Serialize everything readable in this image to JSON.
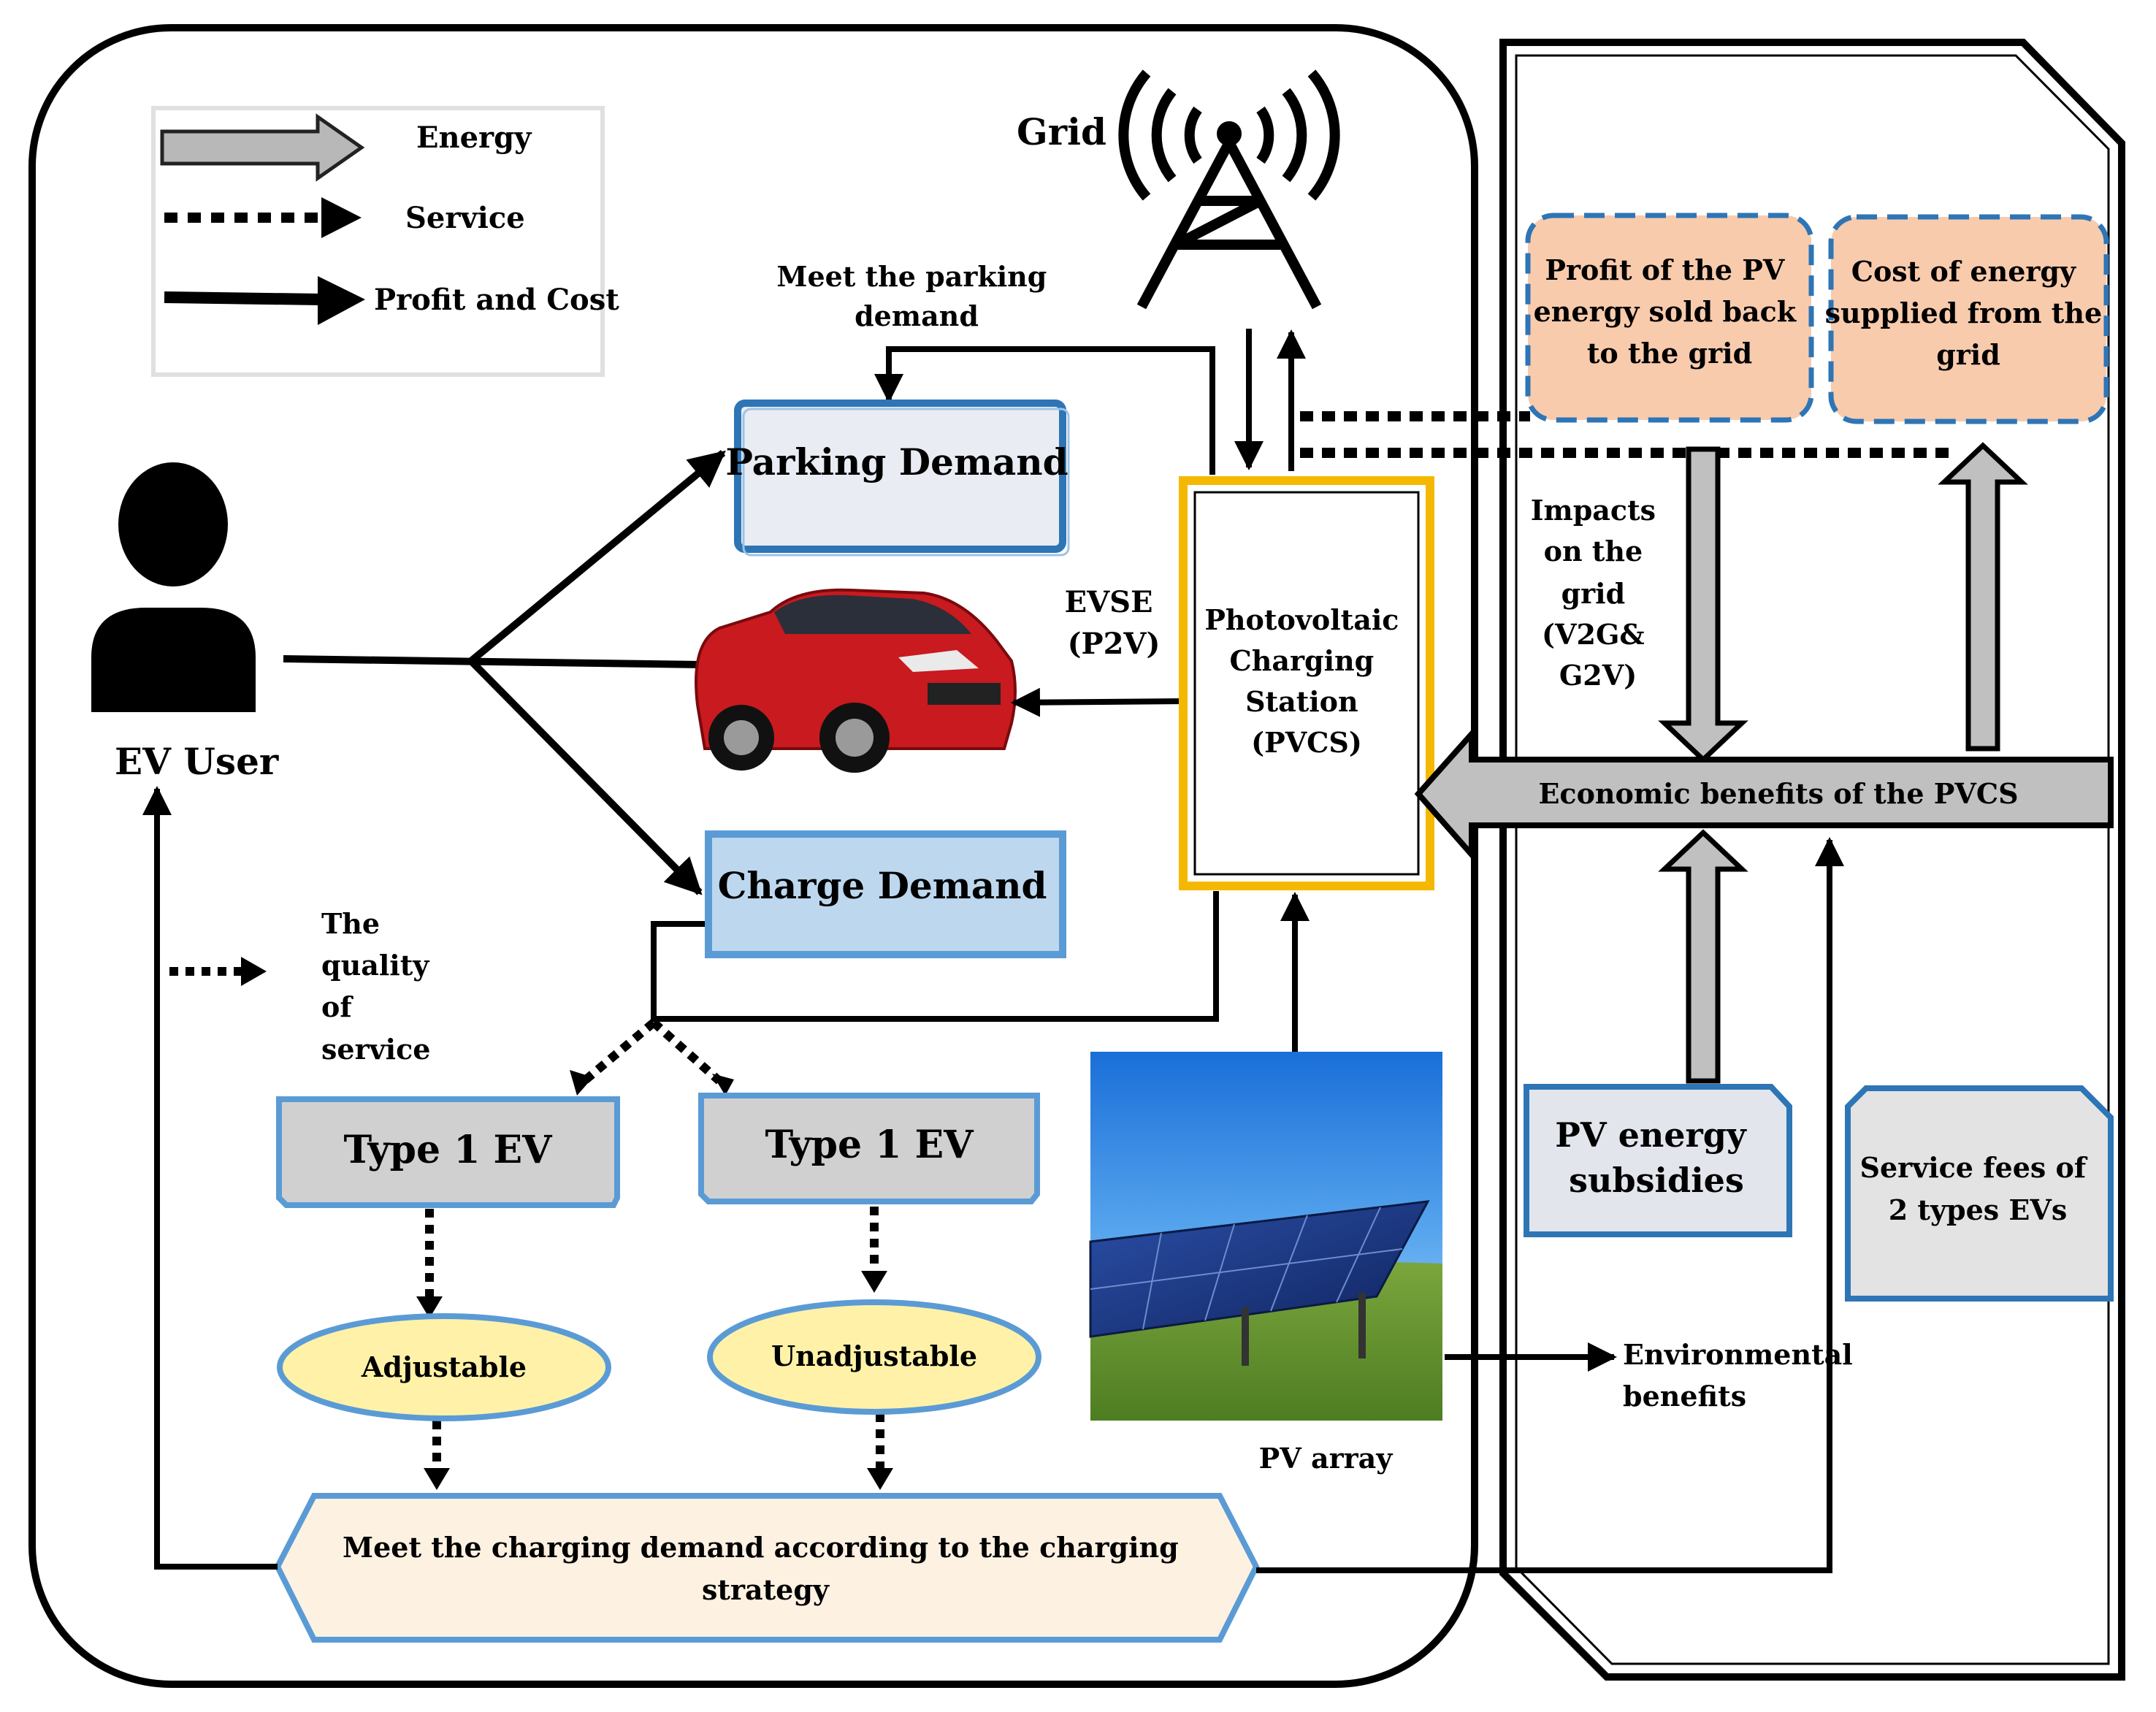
{
  "legend": {
    "energy": "Energy",
    "service": "Service",
    "profit_cost": "Profit and Cost"
  },
  "grid_label": "Grid",
  "ev_user_label": "EV User",
  "meet_parking": [
    "Meet the parking",
    "demand"
  ],
  "parking_demand": "Parking Demand",
  "charge_demand": "Charge Demand",
  "evse": [
    "EVSE",
    "(P2V)"
  ],
  "pvcs": [
    "Photovoltaic",
    "Charging",
    "Station",
    "(PVCS)"
  ],
  "quality_of_service": [
    "The",
    "quality",
    "of",
    "service"
  ],
  "type_a": "Type 1 EV",
  "type_b": "Type 1 EV",
  "adjustable": "Adjustable",
  "unadjustable": "Unadjustable",
  "meet_charging": [
    "Meet the charging demand according to the charging",
    "strategy"
  ],
  "pv_array": "PV array",
  "environmental": [
    "Environmental",
    "benefits"
  ],
  "profit_pv": [
    "Profit of the PV",
    "energy sold back",
    "to the grid"
  ],
  "cost_energy": [
    "Cost of energy",
    "supplied from the",
    "grid"
  ],
  "impacts": [
    "Impacts",
    "on the",
    "grid",
    "(V2G&",
    "G2V)"
  ],
  "economic": "Economic benefits of the PVCS",
  "pv_subsidies": [
    "PV energy",
    "subsidies"
  ],
  "service_fees": [
    "Service fees of",
    "2 types EVs"
  ],
  "colors": {
    "peach": "#f8cbad",
    "box_blue_border": "#5b9bd5",
    "light_blue": "#bdd7ee",
    "grey_box": "#d9d9d9",
    "yellow_ellipse": "#fff2a8",
    "pvcs_border": "#f5b800",
    "cream": "#fdf1e2"
  }
}
